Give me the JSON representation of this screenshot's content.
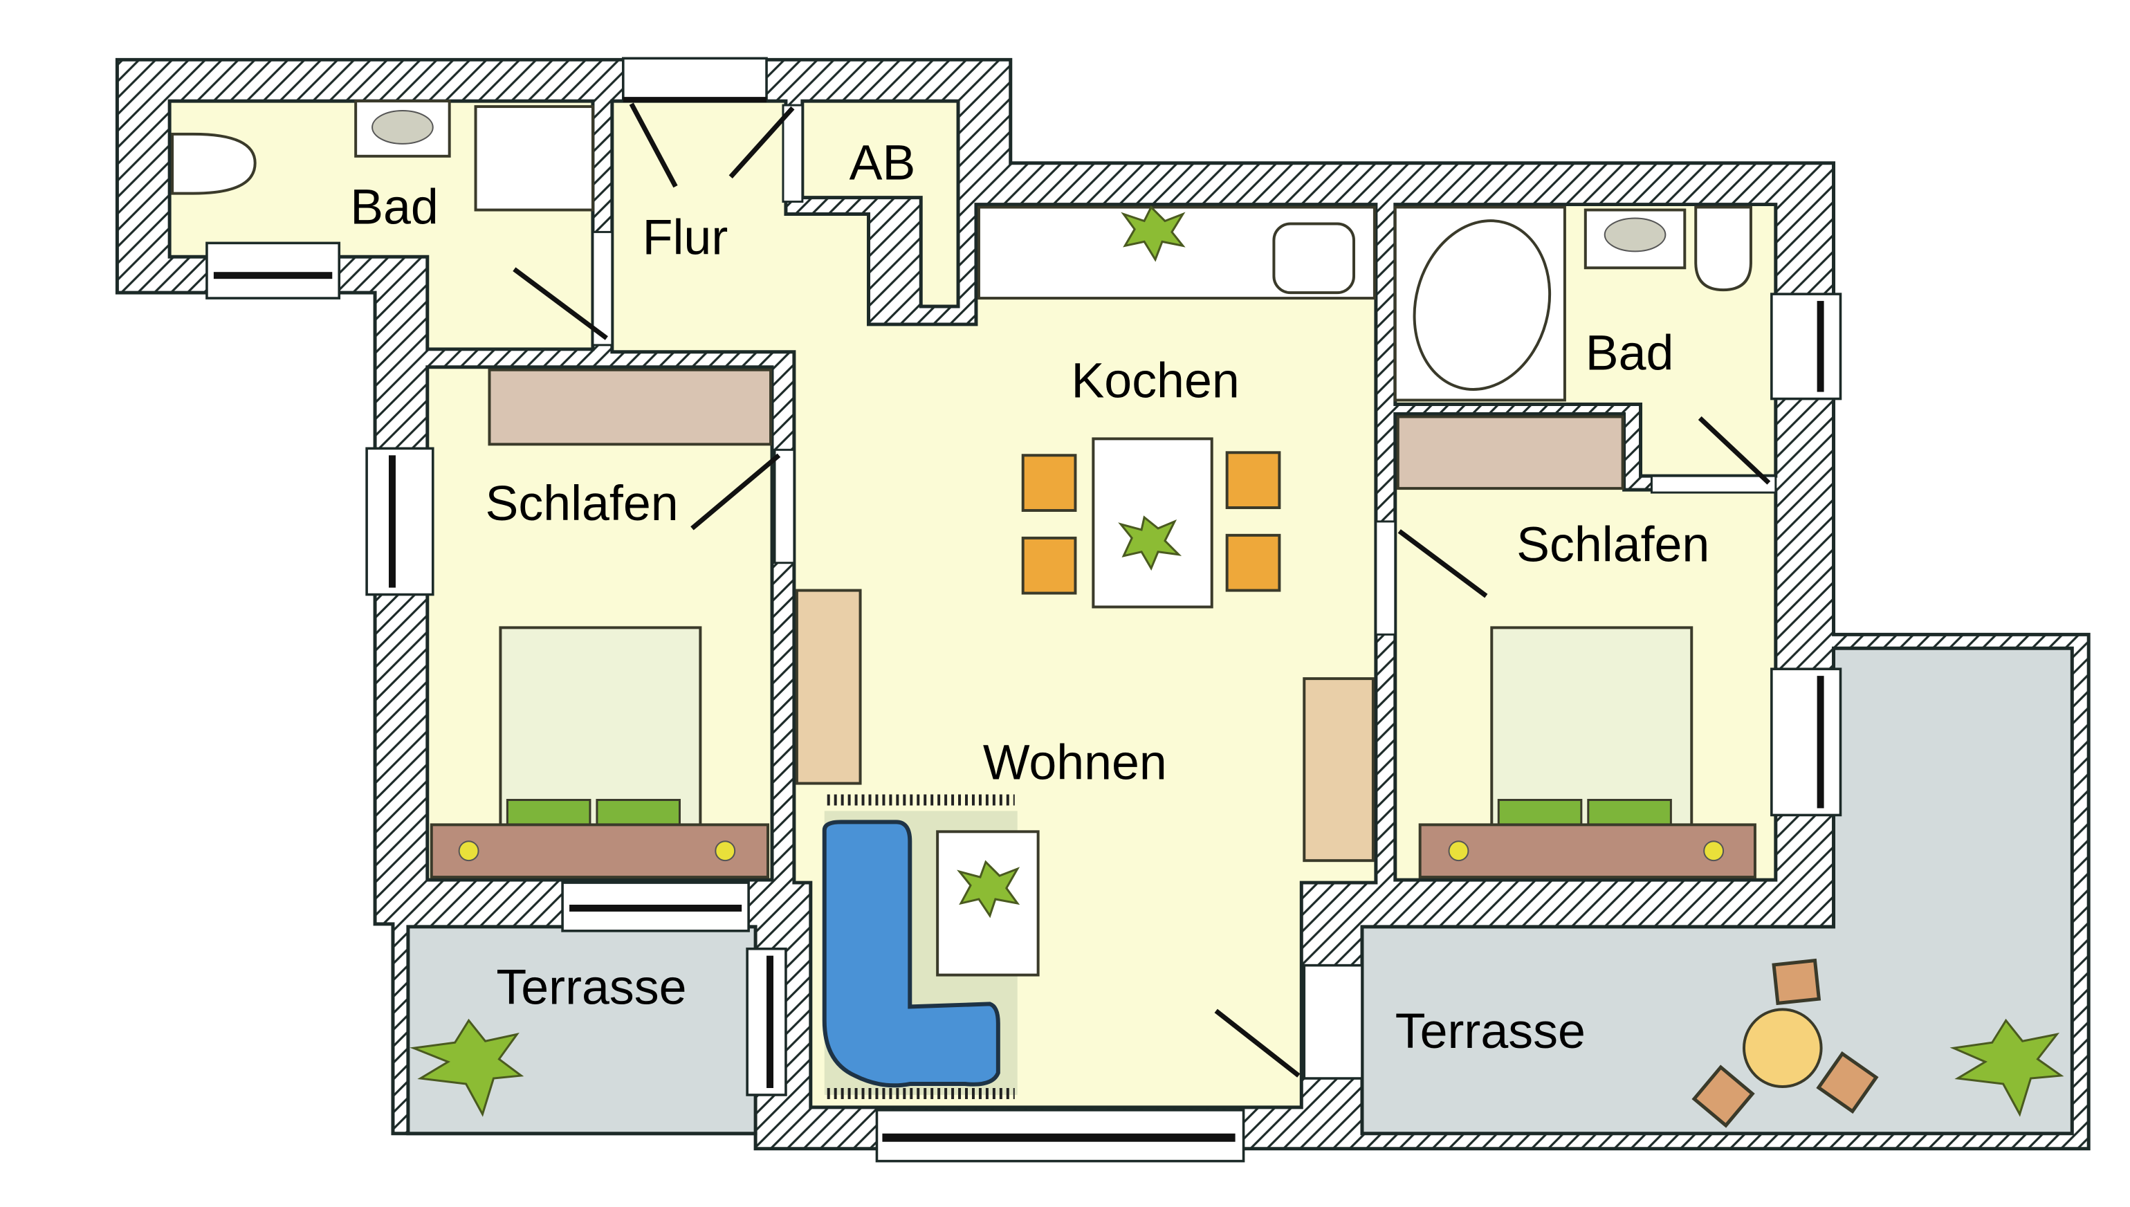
{
  "plan": {
    "type": "apartment floor plan",
    "rooms": {
      "bad_left": "Bad",
      "flur": "Flur",
      "ab": "AB",
      "kochen": "Kochen",
      "bad_right": "Bad",
      "schlafen_left": "Schlafen",
      "schlafen_right": "Schlafen",
      "wohnen": "Wohnen",
      "terrasse_left": "Terrasse",
      "terrasse_right": "Terrasse"
    },
    "colors": {
      "interior_floor": "#fbfbd6",
      "terrace_floor": "#d3dbdc",
      "wall_line": "#1c2a28",
      "sofa": "#4a92d6",
      "chair": "#eea83a",
      "plant": "#8cbc34"
    }
  }
}
